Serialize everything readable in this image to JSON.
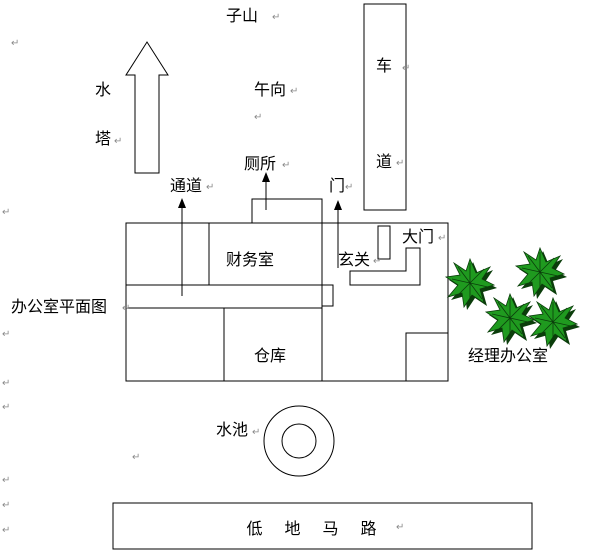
{
  "labels": {
    "zishan": "子山",
    "wuxiang": "午向",
    "shui": "水",
    "ta": "塔",
    "tongdao": "通道",
    "cesuo": "厕所",
    "men": "门",
    "che": "车",
    "dao": "道",
    "damen": "大门",
    "caiwushi": "财务室",
    "xuanguan": "玄关",
    "plan_title": "办公室平面图",
    "cangku": "仓库",
    "manager_office": "经理办公室",
    "shuichi": "水池",
    "road": "低地马路"
  },
  "paragraph_mark": "↵",
  "colors": {
    "line": "#000000",
    "tree_fill": "#1f9a1f",
    "tree_shadow": "#0b3d0b",
    "mark": "#8a8a8a"
  }
}
